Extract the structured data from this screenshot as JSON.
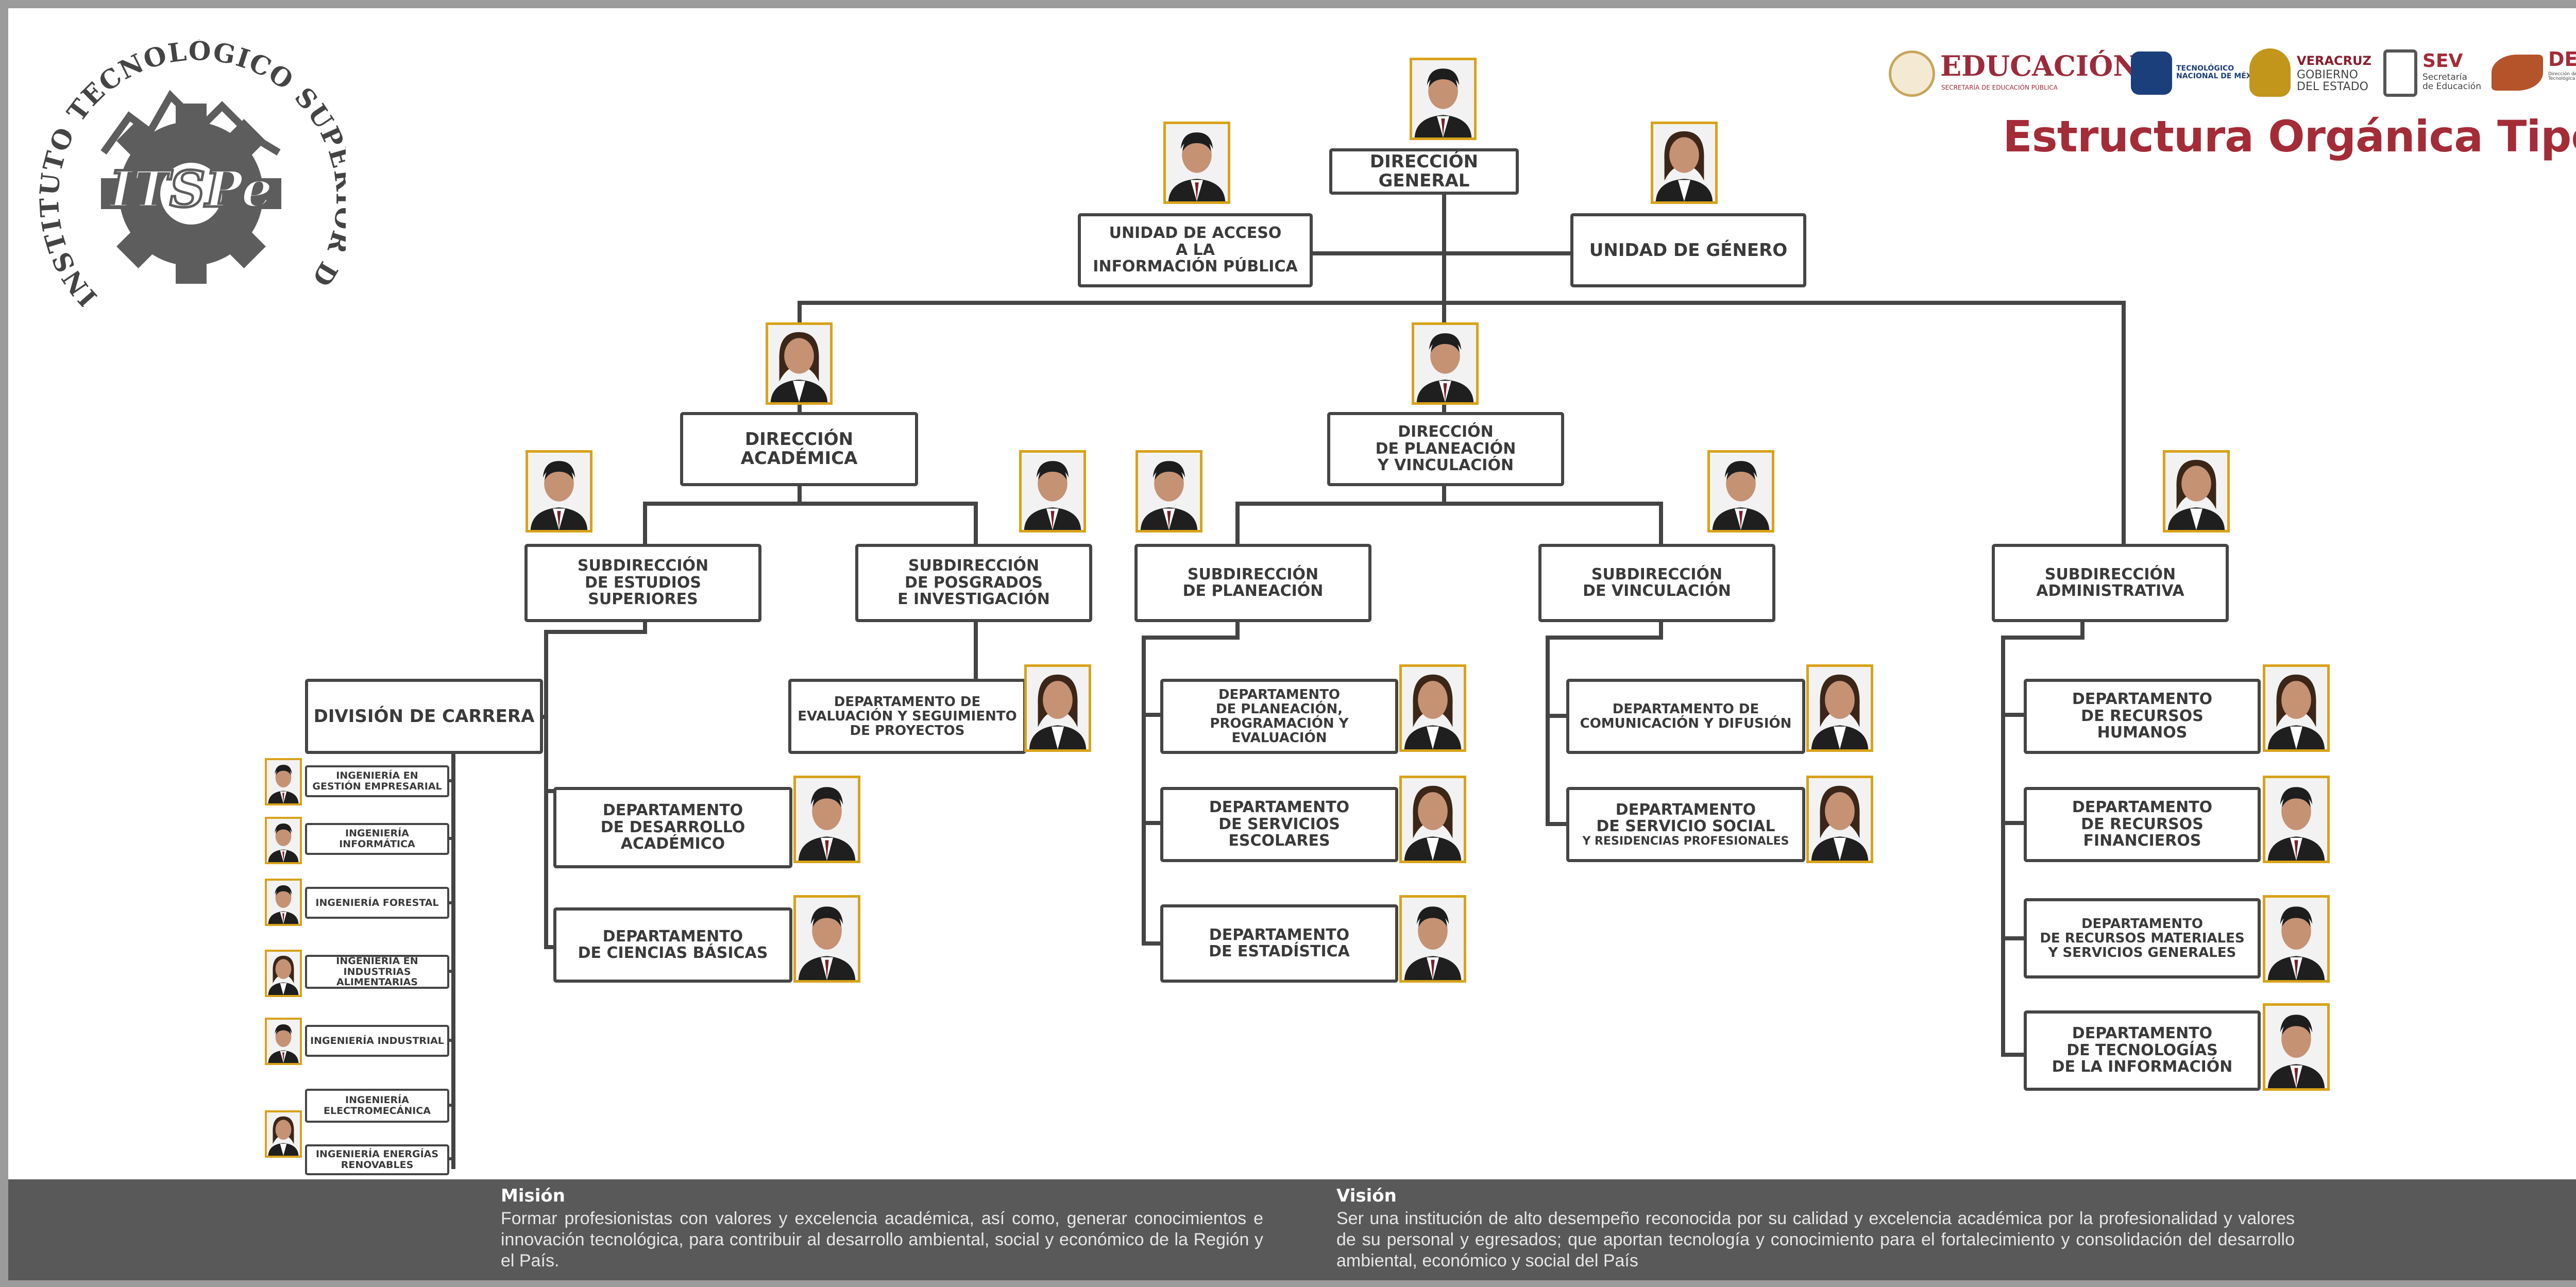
{
  "title": "Estructura Orgánica Tipo C",
  "institution_seal_text": "INSTITUTO TECNOLÓGICO SUPERIOR DE PEROTE",
  "institution_seal_initials": "ITSPe",
  "partner_logos": {
    "educacion": "EDUCACIÓN",
    "educacion_sub": "SECRETARÍA DE EDUCACIÓN PÚBLICA",
    "tecnm": "TECNOLÓGICO\nNACIONAL DE MÉXICO",
    "veracruz": "VERACRUZ",
    "veracruz_sub": "GOBIERNO\nDEL ESTADO",
    "sev": "SEV",
    "sev_sub": "Secretaría\nde Educación",
    "det": "DET",
    "det_sub": "Dirección de Educación\nTecnológica de Veracruz"
  },
  "org": {
    "direccion_general": "DIRECCIÓN GENERAL",
    "unidad_acceso": "UNIDAD DE ACCESO\nA LA\nINFORMACIÓN PÚBLICA",
    "unidad_genero": "UNIDAD DE GÉNERO",
    "direccion_academica": "DIRECCIÓN ACADÉMICA",
    "direccion_planeacion": "DIRECCIÓN\nDE PLANEACIÓN\nY VINCULACIÓN",
    "sub_estudios": "SUBDIRECCIÓN\nDE ESTUDIOS\nSUPERIORES",
    "sub_posgrados": "SUBDIRECCIÓN\nDE POSGRADOS\nE INVESTIGACIÓN",
    "sub_planeacion": "SUBDIRECCIÓN\nDE PLANEACIÓN",
    "sub_vinculacion": "SUBDIRECCIÓN\nDE VINCULACIÓN",
    "sub_administrativa": "SUBDIRECCIÓN\nADMINISTRATIVA",
    "division_carrera": "DIVISIÓN DE CARRERA",
    "depto_evaluacion": "DEPARTAMENTO DE\nEVALUACIÓN Y SEGUIMIENTO\nDE PROYECTOS",
    "depto_desarrollo": "DEPARTAMENTO\nDE DESARROLLO\nACADÉMICO",
    "depto_ciencias": "DEPARTAMENTO\nDE CIENCIAS BÁSICAS",
    "depto_planeacion": "DEPARTAMENTO\nDE PLANEACIÓN,\nPROGRAMACIÓN Y\nEVALUACIÓN",
    "depto_escolares": "DEPARTAMENTO\nDE SERVICIOS\nESCOLARES",
    "depto_estadistica": "DEPARTAMENTO\nDE ESTADÍSTICA",
    "depto_comunicacion": "DEPARTAMENTO DE\nCOMUNICACIÓN Y DIFUSIÓN",
    "depto_servicio_social": "DEPARTAMENTO\nDE SERVICIO SOCIAL",
    "depto_servicio_social_sub": "Y RESIDENCIAS PROFESIONALES",
    "depto_rh": "DEPARTAMENTO\nDE RECURSOS\nHUMANOS",
    "depto_rf": "DEPARTAMENTO\nDE RECURSOS\nFINANCIEROS",
    "depto_rm": "DEPARTAMENTO\nDE RECURSOS MATERIALES\nY SERVICIOS GENERALES",
    "depto_ti": "DEPARTAMENTO\nDE TECNOLOGÍAS\nDE LA INFORMACIÓN",
    "carreras": [
      "INGENIERÍA EN\nGESTIÓN EMPRESARIAL",
      "INGENIERÍA INFORMÁTICA",
      "INGENIERÍA FORESTAL",
      "INGENIERÍA EN\nINDUSTRIAS ALIMENTARIAS",
      "INGENIERÍA INDUSTRIAL",
      "INGENIERÍA\nELECTROMECÁNICA",
      "INGENIERÍA ENERGÍAS\nRENOVABLES"
    ]
  },
  "footer": {
    "mision_title": "Misión",
    "mision_text": "Formar profesionistas con valores y excelencia académica, así como, generar conocimientos e innovación tecnológica, para contribuir al desarrollo ambiental, social y económico de la Región y el País.",
    "vision_title": "Visión",
    "vision_text": "Ser una institución de alto desempeño reconocida por su calidad y excelencia académica por la profesionalidad y valores de su personal y egresados; que aportan tecnología y conocimiento para el fortalecimiento y consolidación del desarrollo ambiental, económico y social del País"
  },
  "colors": {
    "title_red": "#a42c37",
    "photo_border_gold": "#d8a21a",
    "box_border": "#454545",
    "footer_bg": "#595959",
    "connector": "#444444"
  }
}
